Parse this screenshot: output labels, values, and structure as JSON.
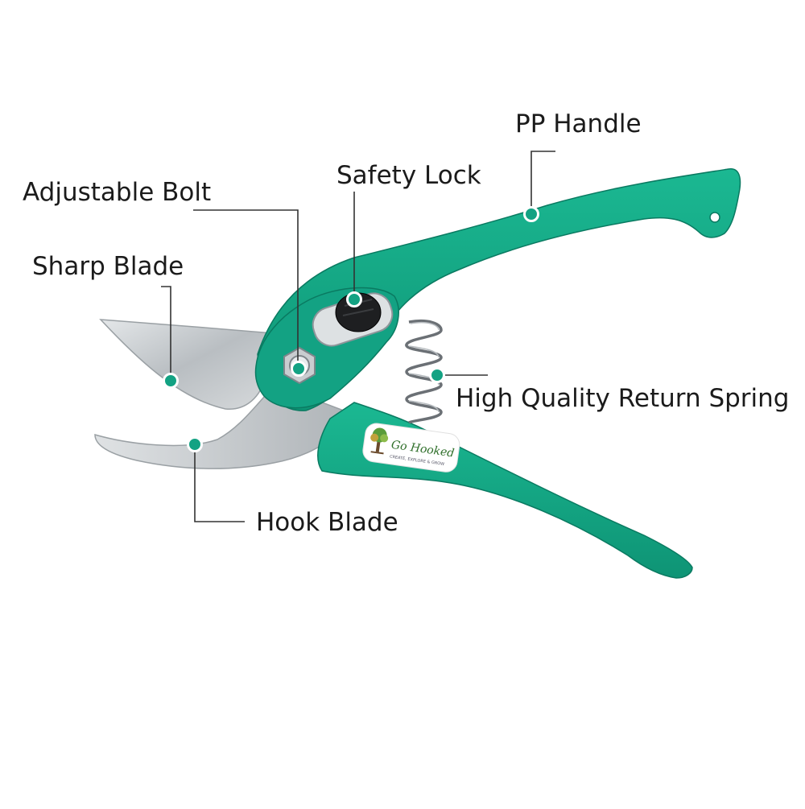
{
  "callouts": {
    "pp_handle": "PP Handle",
    "safety_lock": "Safety Lock",
    "adjustable_bolt": "Adjustable Bolt",
    "sharp_blade": "Sharp Blade",
    "return_spring": "High Quality Return Spring",
    "hook_blade": "Hook Blade"
  },
  "logo": {
    "brand": "Go Hooked",
    "tagline": "CREATE, EXPLORE & GROW"
  },
  "colors": {
    "handle_green": "#13a283",
    "handle_dark": "#0a7a61",
    "blade_steel": "#c9cdd0",
    "leader_line": "#333333",
    "marker_dot": "#13a283"
  }
}
